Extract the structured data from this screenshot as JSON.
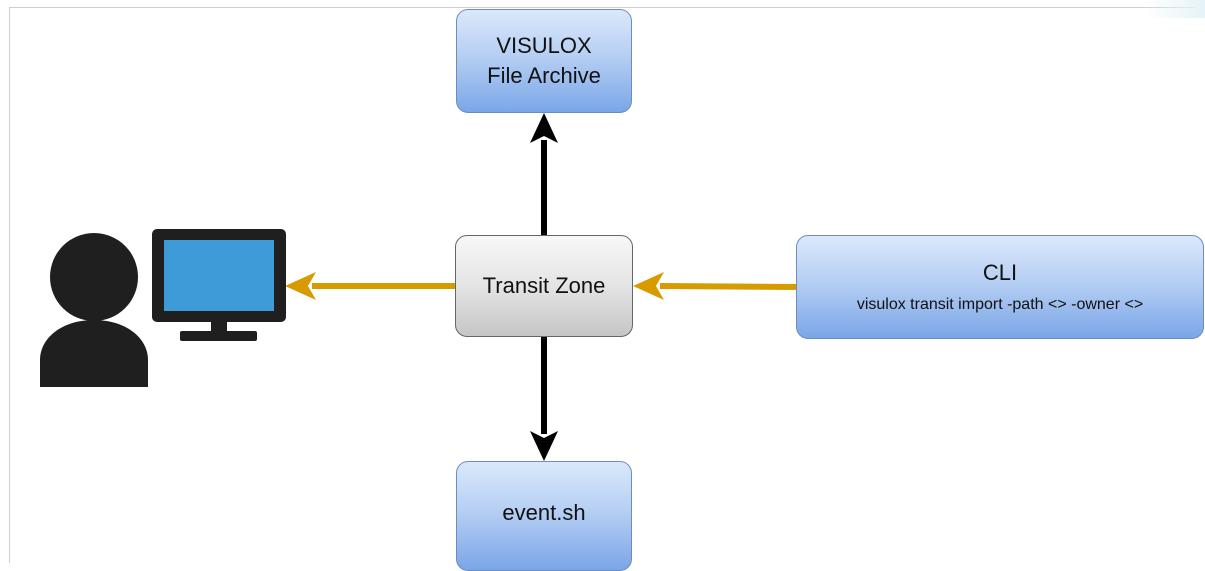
{
  "nodes": {
    "archive": {
      "line1": "VISULOX",
      "line2": "File Archive"
    },
    "transit": {
      "label": "Transit Zone"
    },
    "cli": {
      "title": "CLI",
      "command": "visulox transit import -path <> -owner <>"
    },
    "event": {
      "label": "event.sh"
    }
  },
  "icons": {
    "user": "user-silhouette-icon",
    "monitor": "computer-monitor-icon"
  },
  "colors": {
    "node_blue_fill": "#b6cff3",
    "node_blue_border": "#6c8ebf",
    "node_gray_fill": "#e4e4e4",
    "arrow_orange": "#d79b00",
    "arrow_black": "#000000",
    "monitor_screen": "#3f9bd8"
  }
}
